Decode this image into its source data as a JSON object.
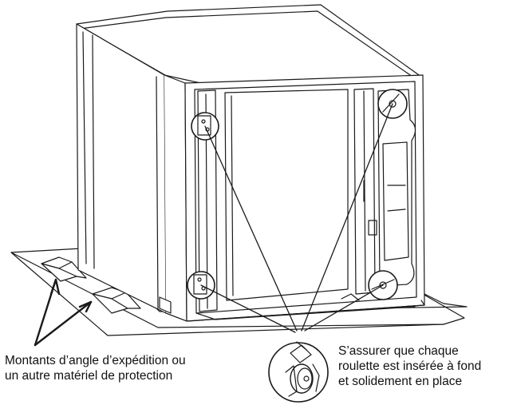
{
  "callouts": {
    "shipping_supports": {
      "line1": "Montants d’angle d’expédition ou",
      "line2": "un autre matériel de protection"
    },
    "caster_check": {
      "line1": "S’assurer que chaque",
      "line2": "roulette est insérée à fond",
      "line3": "et solidement en place"
    }
  },
  "colors": {
    "line": "#1a1a1a",
    "fill": "#ffffff",
    "shade": "#e8e8e8"
  },
  "icons": [
    "caster-wheel-icon",
    "caster-detail-icon"
  ]
}
